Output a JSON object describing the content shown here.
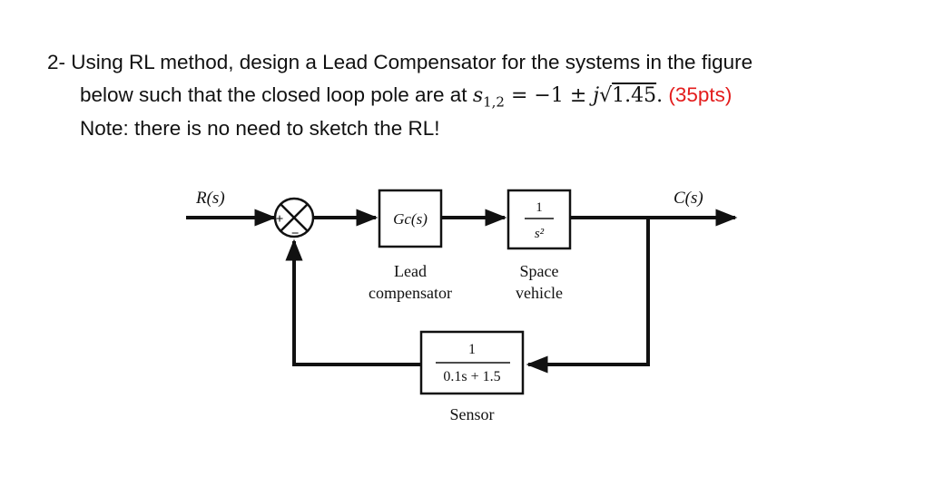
{
  "question": {
    "number": "2-",
    "line1": "Using RL method, design a Lead Compensator for the systems in the figure",
    "line2_prefix": "below such that the closed loop pole are at",
    "pole_var": "s",
    "pole_sub": "1,2",
    "pole_expr": " = −1 ± ",
    "pole_j": "j",
    "pole_sqrt": "√",
    "pole_radicand": "1.45",
    "pole_end": ".",
    "points": "(35pts)",
    "line3": "Note: there is no need to sketch the RL!"
  },
  "diagram": {
    "input_label": "R(s)",
    "output_label": "C(s)",
    "plus_sign": "+",
    "minus_sign": "−",
    "compensator": {
      "label": "Gc(s)",
      "caption_1": "Lead",
      "caption_2": "compensator"
    },
    "plant": {
      "numerator": "1",
      "denominator": "s²",
      "caption_1": "Space",
      "caption_2": "vehicle"
    },
    "sensor": {
      "numerator": "1",
      "denominator": "0.1s + 1.5",
      "caption": "Sensor"
    }
  },
  "colors": {
    "text": "#111111",
    "accent": "#e31c1c"
  }
}
